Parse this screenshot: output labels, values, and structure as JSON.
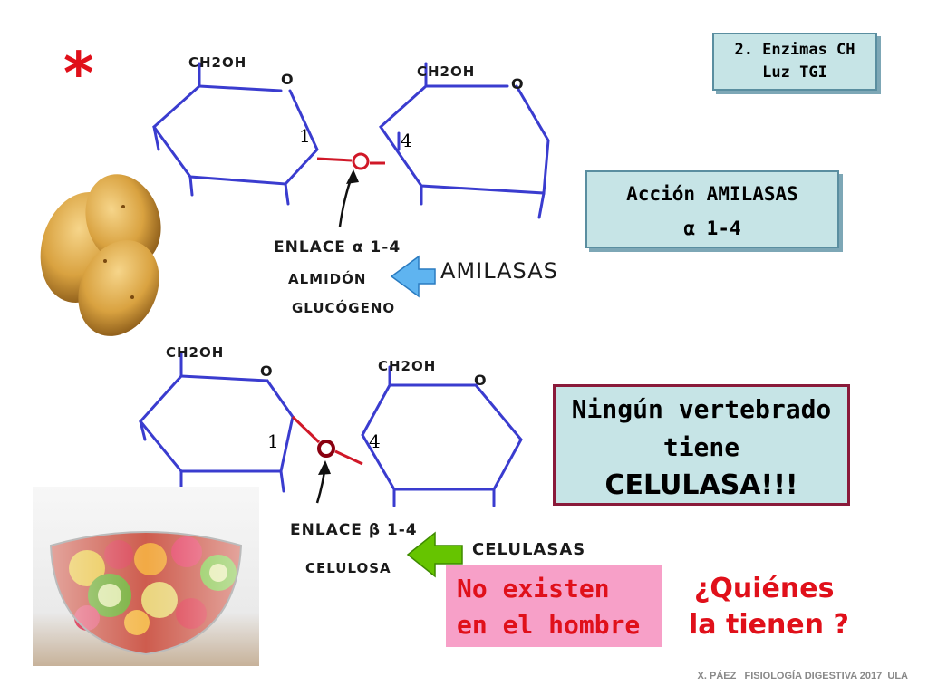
{
  "asterisk": "*",
  "tag": {
    "line1": "2. Enzimas CH",
    "line2": "Luz TGI"
  },
  "amilasas_box": {
    "line1": "Acción AMILASAS",
    "line2": "α 1-4"
  },
  "vertebrado_box": {
    "line1": "Ningún vertebrado",
    "line2": "tiene",
    "line3": "CELULASA!!!"
  },
  "no_existen": {
    "line1": "No existen",
    "line2": "en el hombre"
  },
  "quienes": {
    "line1": "¿Quiénes",
    "line2": "la tienen ?"
  },
  "diagram1": {
    "ch2oh_left": "CH2OH",
    "ch2oh_right": "CH2OH",
    "o_ring_left": "O",
    "o_ring_right": "O",
    "o_link": "O",
    "num1": "1",
    "num4": "4",
    "label_l1": "ENLACE α 1-4",
    "label_l2": "ALMIDÓN",
    "label_l3": "GLUCÓGENO",
    "enzyme": "AMILASAS"
  },
  "diagram2": {
    "ch2oh_left": "CH2OH",
    "ch2oh_right": "CH2OH",
    "o_ring_left": "O",
    "o_ring_right": "O",
    "o_link": "O",
    "num1": "1",
    "num4": "4",
    "label_l1": "ENLACE β 1-4",
    "label_l2": "CELULOSA",
    "enzyme": "CELULASAS"
  },
  "footer": "X. PÁEZ   FISIOLOGÍA DIGESTIVA 2017  ULA",
  "colors": {
    "ring": "#3a3ccf",
    "link": "#d01828",
    "arrow_green": "#66c400",
    "arrow_blue": "#5fb4f0"
  }
}
